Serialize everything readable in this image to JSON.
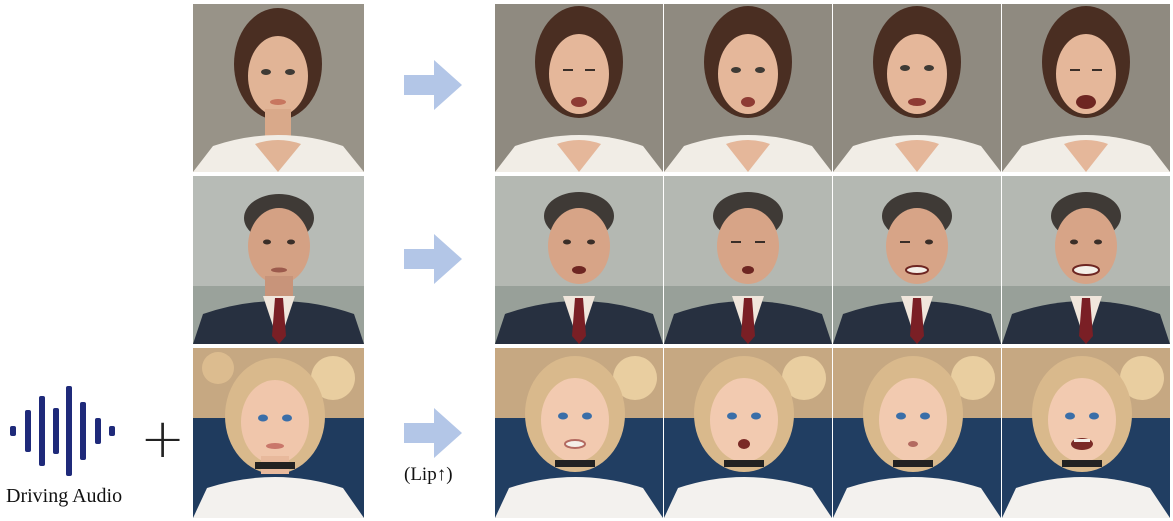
{
  "audio": {
    "label": "Driving Audio",
    "icon": "audio-waveform-icon",
    "color": "#1f2a7a"
  },
  "arrows": [
    {
      "icon": "right-arrow-icon",
      "note": ""
    },
    {
      "icon": "right-arrow-icon",
      "note": ""
    },
    {
      "icon": "right-arrow-icon",
      "note": "(Lip↑)"
    }
  ],
  "arrow_color": "#b3c6e7",
  "subjects": [
    {
      "name": "woman",
      "reference_icon": "portrait-woman-icon",
      "frame_count": 4
    },
    {
      "name": "man",
      "reference_icon": "portrait-man-icon",
      "frame_count": 4
    },
    {
      "name": "girl",
      "reference_icon": "portrait-girl-icon",
      "frame_count": 4
    }
  ],
  "plus_symbol": "+"
}
